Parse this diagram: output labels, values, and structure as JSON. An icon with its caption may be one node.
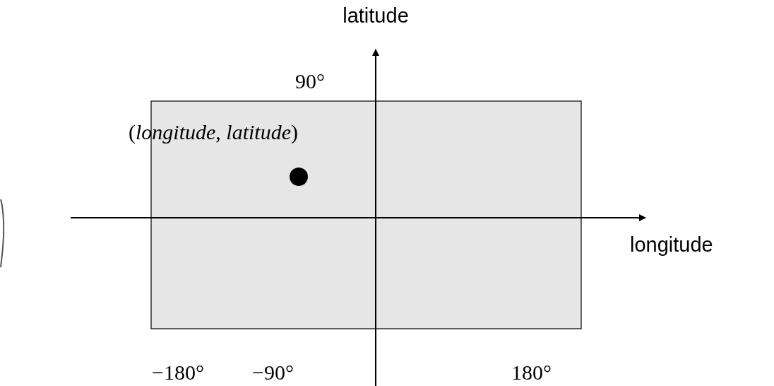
{
  "diagram": {
    "labels": [
      "latitude",
      "90°",
      "(*longitude*, *latitude*)",
      "longitude",
      "−180°",
      "−90°",
      "180°"
    ]
  }
}
